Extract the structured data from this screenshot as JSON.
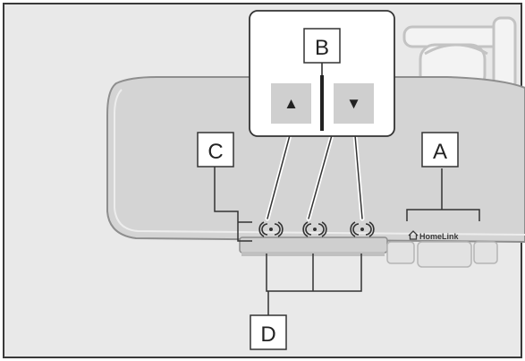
{
  "labels": {
    "a": "A",
    "b": "B",
    "c": "C",
    "d": "D"
  },
  "homelink": {
    "text": "HomeLink",
    "icon": "home-icon"
  },
  "inset": {
    "up_arrow": "▲",
    "down_arrow": "▼",
    "up_icon": "up-arrow-icon",
    "down_icon": "down-arrow-icon"
  },
  "buttons": [
    {
      "icon": "transmitter-icon"
    },
    {
      "icon": "transmitter-icon"
    },
    {
      "icon": "transmitter-icon"
    }
  ],
  "colors": {
    "frame": "#3a3a3a",
    "mirror": "#d4d4d4",
    "mirror_edge": "#8e8e8e",
    "bracket": "#ececec",
    "background": "#e9e9e9",
    "arrow_button": "#cfcfcf"
  }
}
